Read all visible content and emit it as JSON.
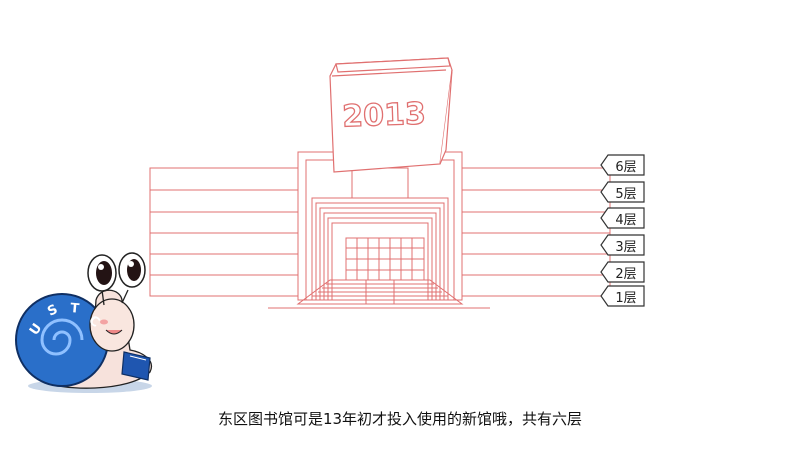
{
  "calendar": {
    "year": "2013"
  },
  "floors": [
    {
      "label": "6层"
    },
    {
      "label": "5层"
    },
    {
      "label": "4层"
    },
    {
      "label": "3层"
    },
    {
      "label": "2层"
    },
    {
      "label": "1层"
    }
  ],
  "mascot": {
    "shell_text": "USTC"
  },
  "caption": {
    "text": "东区图书馆可是13年初才投入使用的新馆哦，共有六层"
  },
  "colors": {
    "line": "#e07070",
    "shell": "#2a6fc9",
    "tag_border": "#333333"
  }
}
